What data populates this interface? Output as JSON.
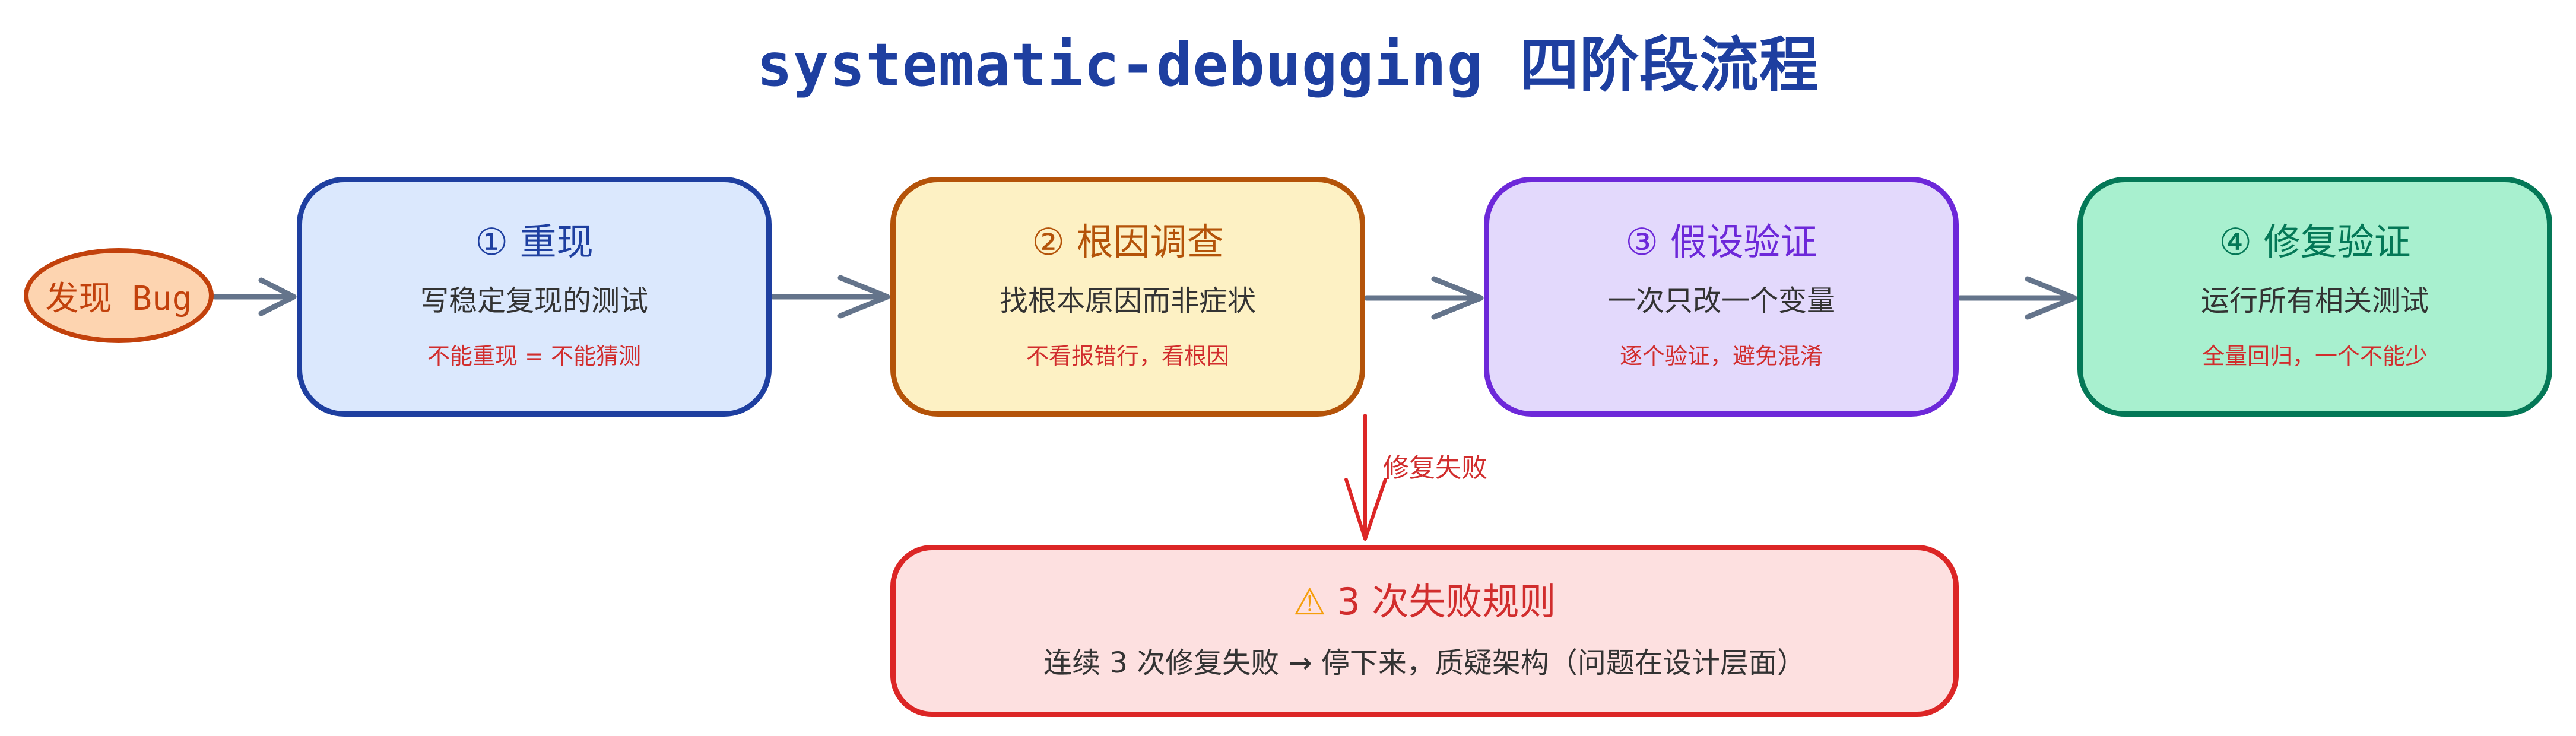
{
  "title": "systematic-debugging 四阶段流程",
  "start": {
    "label": "发现 Bug"
  },
  "stages": [
    {
      "title": "① 重现",
      "desc": "写稳定复现的测试",
      "note": "不能重现 = 不能猜测"
    },
    {
      "title": "② 根因调查",
      "desc": "找根本原因而非症状",
      "note": "不看报错行，看根因"
    },
    {
      "title": "③ 假设验证",
      "desc": "一次只改一个变量",
      "note": "逐个验证，避免混淆"
    },
    {
      "title": "④ 修复验证",
      "desc": "运行所有相关测试",
      "note": "全量回归，一个不能少"
    }
  ],
  "fail_edge": {
    "label": "修复失败"
  },
  "rule": {
    "icon": "warning-icon",
    "warn_glyph": "⚠",
    "title": "3 次失败规则",
    "desc": "连续 3 次修复失败 → 停下来，质疑架构（问题在设计层面）"
  },
  "colors": {
    "title": "#1e3fa0",
    "arrow": "#64748b",
    "fail_arrow": "#dc2626"
  }
}
